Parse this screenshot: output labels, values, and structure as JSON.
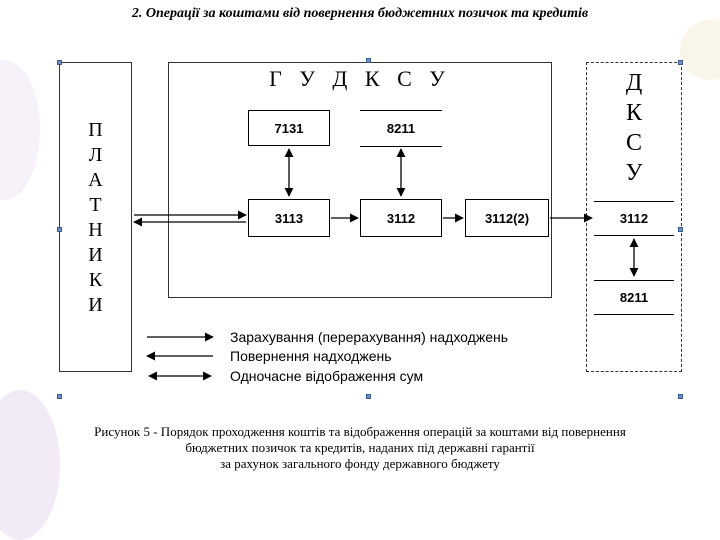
{
  "title": "2. Операції за коштами від повернення бюджетних позичок та кредитів",
  "platnyky": {
    "letters": [
      "П",
      "Л",
      "А",
      "Т",
      "Н",
      "И",
      "К",
      "И"
    ]
  },
  "gudksu": {
    "title": "Г У Д К С У",
    "boxes": {
      "b7131": "7131",
      "b8211": "8211",
      "b3113": "3113",
      "b3112": "3112",
      "b3112_2": "3112(2)"
    }
  },
  "dksu": {
    "letters": [
      "Д",
      "К",
      "С",
      "У"
    ],
    "boxes": {
      "b3112": "3112",
      "b8211": "8211"
    }
  },
  "legend": {
    "items": [
      "Зарахування (перерахування) надходжень",
      "Повернення надходжень",
      "Одночасне відображення сум"
    ]
  },
  "caption": {
    "line1": "Рисунок 5 - Порядок проходження коштів та відображення операцій за коштами від повернення",
    "line2": "бюджетних позичок та кредитів, наданих під державні гарантії",
    "line3": "за рахунок загального фонду державного бюджету"
  },
  "colors": {
    "line": "#000000",
    "handle": "#6f8fc4",
    "decoration": "#d9c2e6"
  }
}
